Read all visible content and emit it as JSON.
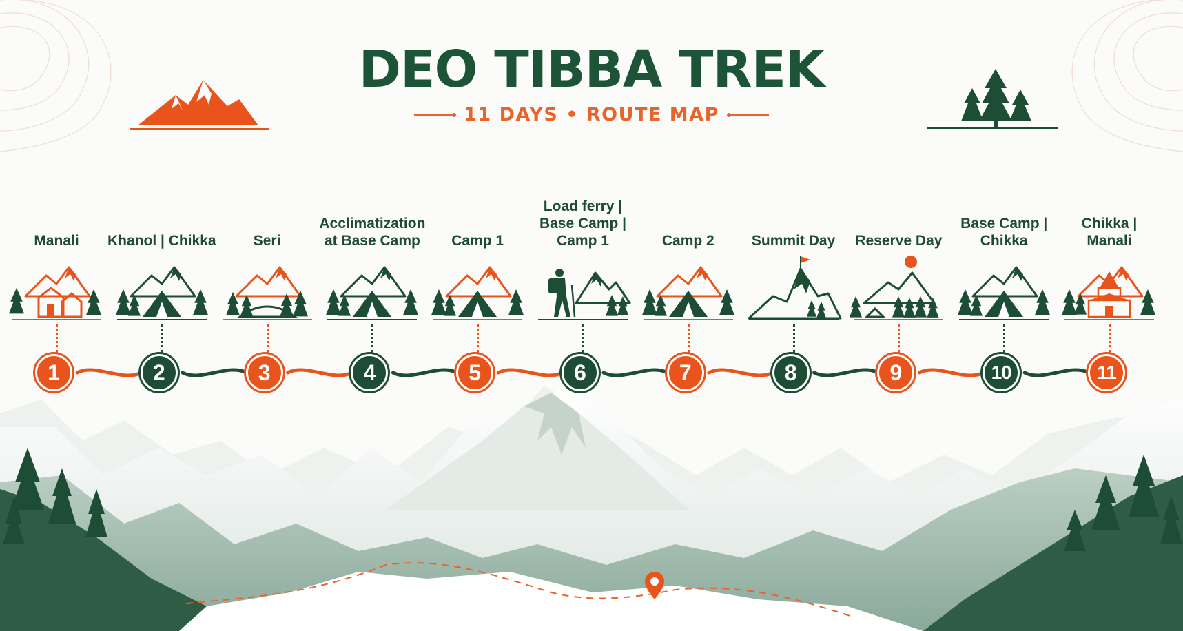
{
  "header": {
    "title": "DEO TIBBA TREK",
    "subtitle": "11 DAYS • ROUTE MAP"
  },
  "colors": {
    "orange": "#e8541c",
    "green": "#1d4d35",
    "title_green": "#1d5438"
  },
  "stops": [
    {
      "day": "1",
      "label": "Manali",
      "icon": "village-mountain-icon",
      "color": "orange"
    },
    {
      "day": "2",
      "label": "Khanol | Chikka",
      "icon": "tent-mountain-icon",
      "color": "green"
    },
    {
      "day": "3",
      "label": "Seri",
      "icon": "forest-mountain-icon",
      "color": "orange"
    },
    {
      "day": "4",
      "label": "Acclimatization\nat Base Camp",
      "icon": "tent-mountain-icon",
      "color": "green"
    },
    {
      "day": "5",
      "label": "Camp 1",
      "icon": "tent-mountain-icon",
      "color": "orange"
    },
    {
      "day": "6",
      "label": "Load ferry |\nBase Camp |\nCamp 1",
      "icon": "hiker-mountain-icon",
      "color": "green"
    },
    {
      "day": "7",
      "label": "Camp 2",
      "icon": "tent-mountain-icon",
      "color": "orange"
    },
    {
      "day": "8",
      "label": "Summit Day",
      "icon": "summit-flag-icon",
      "color": "green"
    },
    {
      "day": "9",
      "label": "Reserve Day",
      "icon": "sun-hut-icon",
      "color": "orange"
    },
    {
      "day": "10",
      "label": "Base Camp |\nChikka",
      "icon": "tent-mountain-icon",
      "color": "green"
    },
    {
      "day": "11",
      "label": "Chikka |\nManali",
      "icon": "temple-mountain-icon",
      "color": "orange"
    }
  ]
}
